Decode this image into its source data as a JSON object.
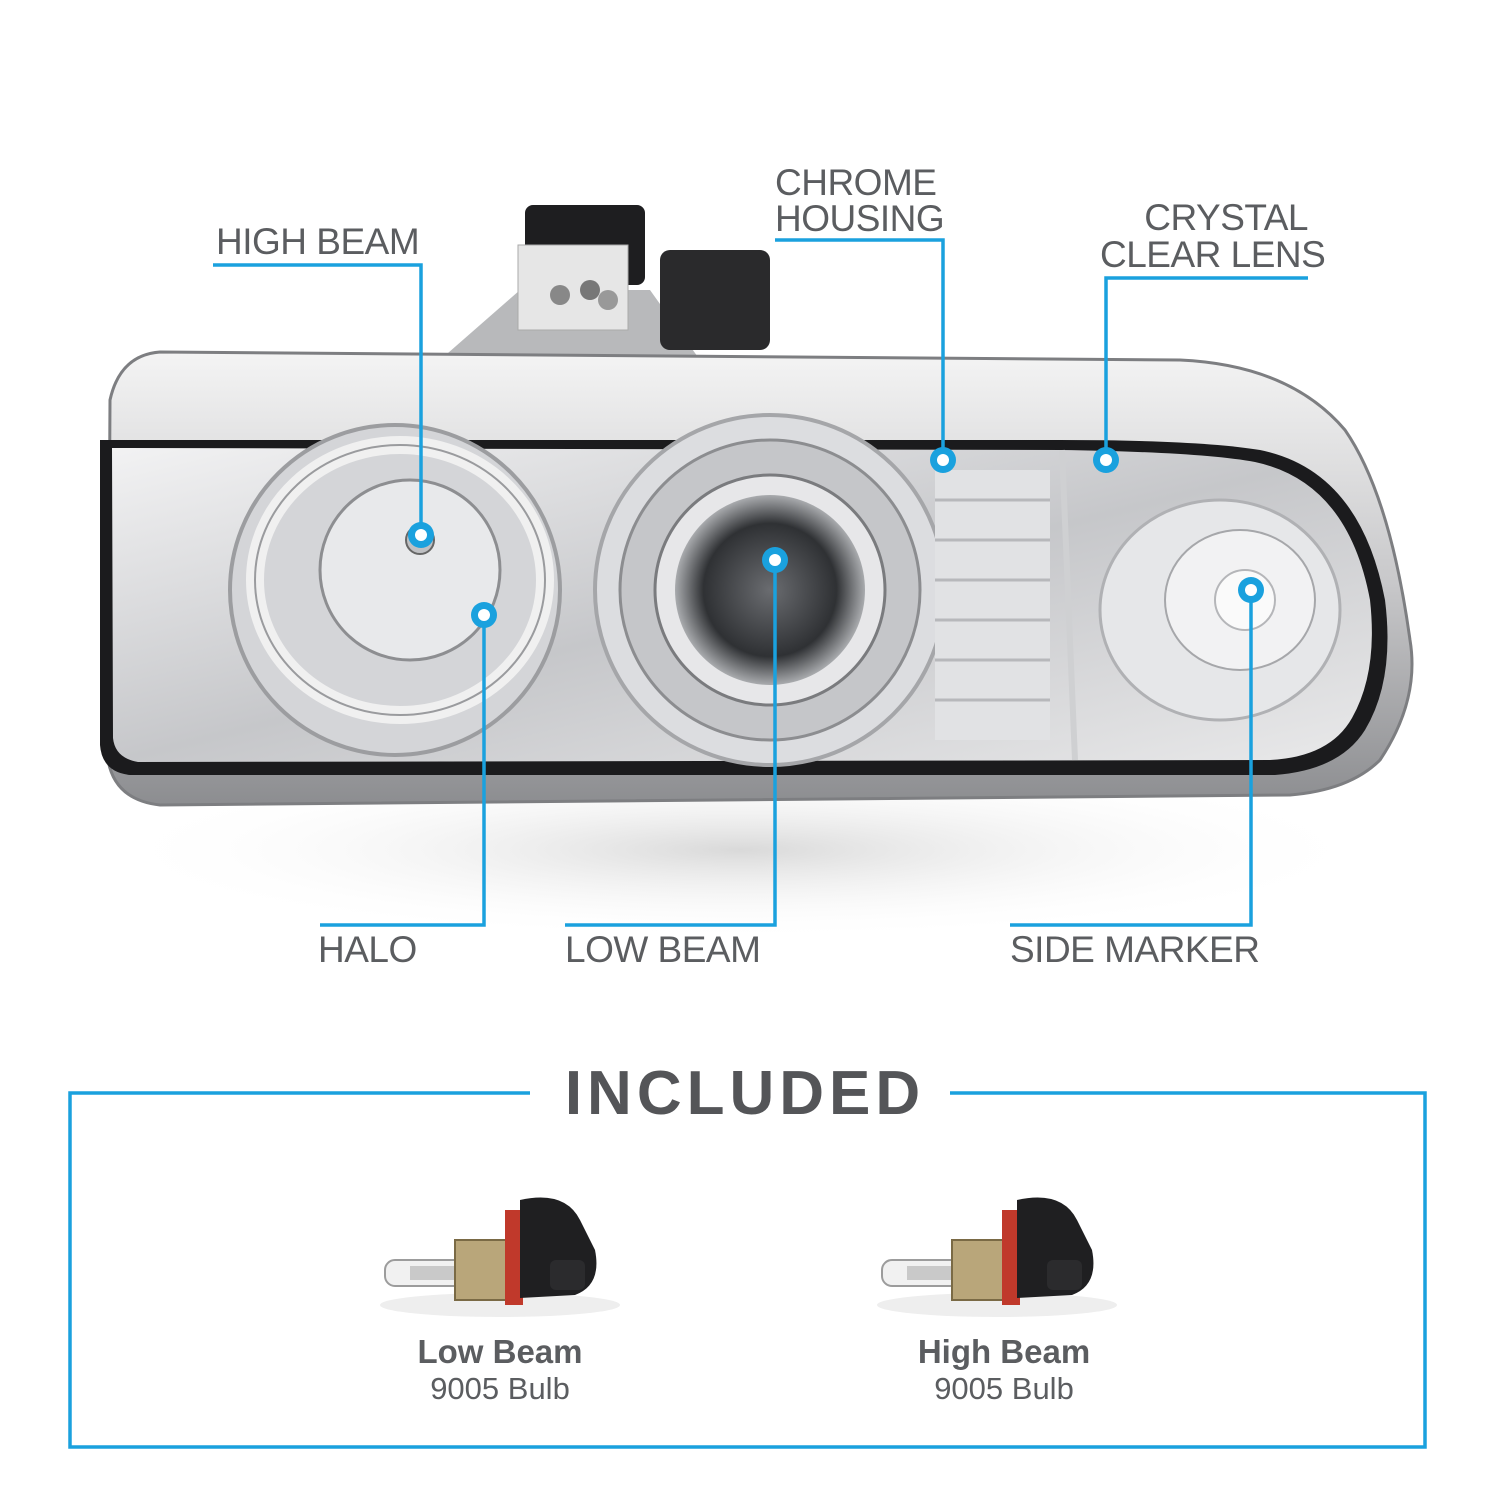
{
  "callouts": {
    "high_beam": "HIGH BEAM",
    "chrome_housing_line1": "CHROME",
    "chrome_housing_line2": "HOUSING",
    "crystal_clear_line1": "CRYSTAL",
    "crystal_clear_line2": "CLEAR LENS",
    "halo": "HALO",
    "low_beam": "LOW BEAM",
    "side_marker": "SIDE MARKER"
  },
  "included": {
    "title": "INCLUDED",
    "bulbs": [
      {
        "name": "Low Beam",
        "type": "9005 Bulb"
      },
      {
        "name": "High Beam",
        "type": "9005 Bulb"
      }
    ]
  },
  "colors": {
    "accent": "#1aa1de",
    "label_text": "#5b5d60",
    "title_text": "#545558"
  }
}
